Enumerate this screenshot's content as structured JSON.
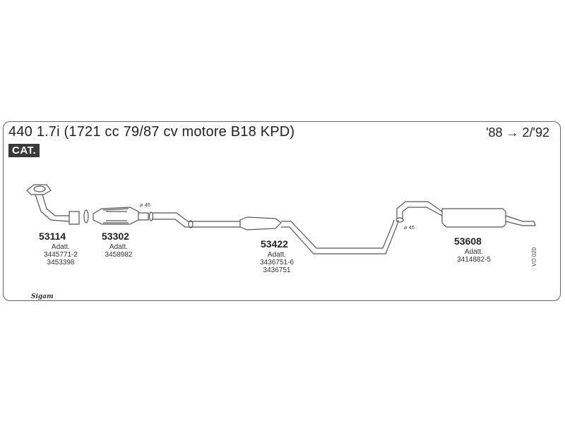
{
  "header": {
    "title": "440 1.7i (1721 cc 79/87 cv motore B18 KPD)",
    "years": "'88 → 2/'92",
    "badge": "CAT."
  },
  "parts": [
    {
      "code": "53114",
      "lines": [
        "Adatt.",
        "3445771-2",
        "3453398"
      ]
    },
    {
      "code": "53302",
      "lines": [
        "Adatt.",
        "3458982"
      ]
    },
    {
      "code": "53422",
      "lines": [
        "Adatt.",
        "3436751-6",
        "3436751"
      ]
    },
    {
      "code": "53608",
      "lines": [
        "Adatt.",
        "3414882-5"
      ]
    }
  ],
  "diameters": [
    "⌀ 45",
    "⌀ 45"
  ],
  "footer": {
    "vertical_code": "VO 020",
    "logo": "Sigam"
  },
  "colors": {
    "line": "#555555",
    "frame": "#666666",
    "badge_bg": "#3a3a3a"
  }
}
